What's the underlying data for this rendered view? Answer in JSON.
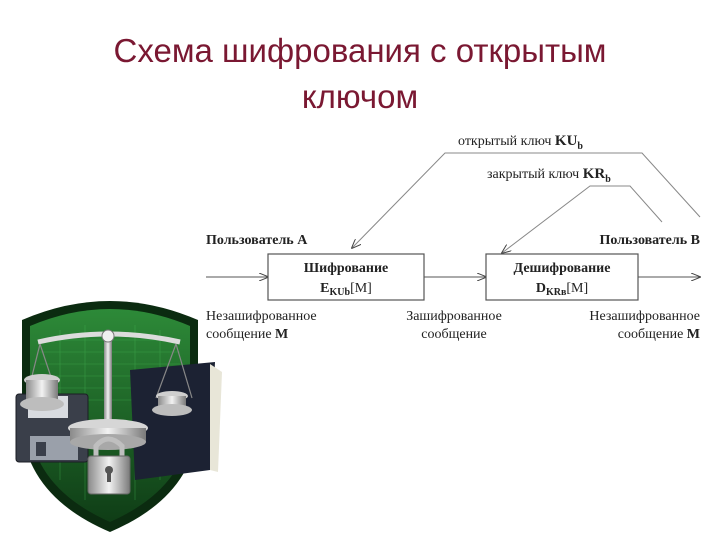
{
  "title": {
    "line1": "Схема шифрования с открытым",
    "line2": "ключом"
  },
  "diagram": {
    "public_key": {
      "label": "открытый ключ ",
      "symbol": "KU",
      "subscript": "b"
    },
    "private_key": {
      "label": "закрытый ключ ",
      "symbol": "KR",
      "subscript": "b"
    },
    "user_a": "Пользователь А",
    "user_b": "Пользователь В",
    "encrypt_box": {
      "title": "Шифрование",
      "func": "E",
      "sub": "KUb",
      "arg": "[M]"
    },
    "decrypt_box": {
      "title": "Дешифрование",
      "func": "D",
      "sub": "KRв",
      "arg": "[M]"
    },
    "plain_left": {
      "line1": "Незашифрованное",
      "line2": "сообщение ",
      "symbol": "M"
    },
    "cipher_mid": {
      "line1": "Зашифрованное",
      "line2": "сообщение"
    },
    "plain_right": {
      "line1": "Незашифрованное",
      "line2": "сообщение ",
      "symbol": "M"
    }
  },
  "colors": {
    "title": "#7a1832",
    "shield_green": "#1f6b2a",
    "box_border": "#555555"
  },
  "emblem_icon": "shield-scales-lock-icon"
}
